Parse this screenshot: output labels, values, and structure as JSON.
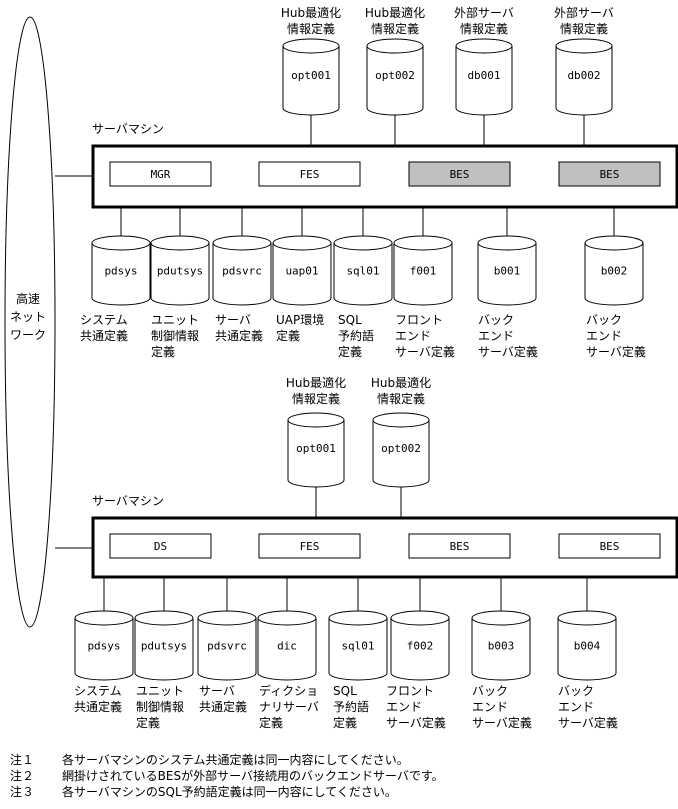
{
  "network": {
    "label": [
      "高速",
      "ネット",
      "ワーク"
    ]
  },
  "machines": [
    {
      "label": "サーバマシン",
      "hub_dbs": [
        {
          "name": "opt001",
          "label": [
            "Hub最適化",
            "情報定義"
          ]
        },
        {
          "name": "opt002",
          "label": [
            "Hub最適化",
            "情報定義"
          ]
        },
        {
          "name": "db001",
          "label": [
            "外部サーバ",
            "情報定義"
          ]
        },
        {
          "name": "db002",
          "label": [
            "外部サーバ",
            "情報定義"
          ]
        }
      ],
      "servers": [
        {
          "name": "MGR",
          "shaded": false
        },
        {
          "name": "FES",
          "shaded": false
        },
        {
          "name": "BES",
          "shaded": true
        },
        {
          "name": "BES",
          "shaded": true
        }
      ],
      "files": [
        {
          "name": "pdsys",
          "label": [
            "システム",
            "共通定義"
          ]
        },
        {
          "name": "pdutsys",
          "label": [
            "ユニット",
            "制御情報",
            "定義"
          ]
        },
        {
          "name": "pdsvrc",
          "label": [
            "サーバ",
            "共通定義"
          ]
        },
        {
          "name": "uap01",
          "label": [
            "UAP環境",
            "定義"
          ]
        },
        {
          "name": "sql01",
          "label": [
            "SQL",
            "予約語",
            "定義"
          ]
        },
        {
          "name": "f001",
          "label": [
            "フロント",
            "エンド",
            "サーバ定義"
          ]
        },
        {
          "name": "b001",
          "label": [
            "バック",
            "エンド",
            "サーバ定義"
          ]
        },
        {
          "name": "b002",
          "label": [
            "バック",
            "エンド",
            "サーバ定義"
          ]
        }
      ]
    },
    {
      "label": "サーバマシン",
      "hub_dbs": [
        {
          "name": "opt001",
          "label": [
            "Hub最適化",
            "情報定義"
          ]
        },
        {
          "name": "opt002",
          "label": [
            "Hub最適化",
            "情報定義"
          ]
        }
      ],
      "servers": [
        {
          "name": "DS",
          "shaded": false
        },
        {
          "name": "FES",
          "shaded": false
        },
        {
          "name": "BES",
          "shaded": false
        },
        {
          "name": "BES",
          "shaded": false
        }
      ],
      "files": [
        {
          "name": "pdsys",
          "label": [
            "システム",
            "共通定義"
          ]
        },
        {
          "name": "pdutsys",
          "label": [
            "ユニット",
            "制御情報",
            "定義"
          ]
        },
        {
          "name": "pdsvrc",
          "label": [
            "サーバ",
            "共通定義"
          ]
        },
        {
          "name": "dic",
          "label": [
            "ディクショ",
            "ナリサーバ",
            "定義"
          ]
        },
        {
          "name": "sql01",
          "label": [
            "SQL",
            "予約語",
            "定義"
          ]
        },
        {
          "name": "f002",
          "label": [
            "フロント",
            "エンド",
            "サーバ定義"
          ]
        },
        {
          "name": "b003",
          "label": [
            "バック",
            "エンド",
            "サーバ定義"
          ]
        },
        {
          "name": "b004",
          "label": [
            "バック",
            "エンド",
            "サーバ定義"
          ]
        }
      ]
    }
  ],
  "notes": [
    {
      "mark": "注１",
      "text": "各サーバマシンのシステム共通定義は同一内容にしてください。"
    },
    {
      "mark": "注２",
      "text": "網掛けされているBESが外部サーバ接続用のバックエンドサーバです。"
    },
    {
      "mark": "注３",
      "text": "各サーバマシンのSQL予約語定義は同一内容にしてください。"
    }
  ],
  "colors": {
    "line": "#000000",
    "shade": "#c0c0c0",
    "background": "#ffffff"
  }
}
